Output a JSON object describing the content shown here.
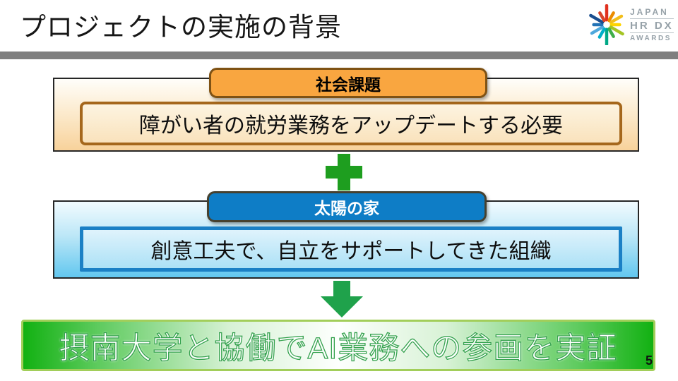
{
  "slide": {
    "title": "プロジェクトの実施の背景",
    "page_number": "5",
    "divider_color": "#7F7F7F"
  },
  "logo": {
    "line1": "JAPAN",
    "line2": "HR DX",
    "line3": "AWARDS",
    "text_color": "#97A2A9",
    "ray_colors": [
      "#E0301E",
      "#EB8C00",
      "#F2BE1A",
      "#FFD400",
      "#A4C424",
      "#3FAE49",
      "#00A886",
      "#00AFC8",
      "#4FA8DC",
      "#2272B5",
      "#1B4E8E",
      "#D9452B"
    ]
  },
  "diagram": {
    "social_issue": {
      "label": "社会課題",
      "text": "障がい者の就労業務をアップデートする必要",
      "label_fill": "#F9A640",
      "label_border": "#7F5214",
      "inner_border": "#A5671C"
    },
    "plus": {
      "color": "#1E9E1F"
    },
    "taiyo_no_ie": {
      "label": "太陽の家",
      "text": "創意工夫で、自立をサポートしてきた組織",
      "label_fill": "#0E7DC6",
      "label_border": "#46412F",
      "inner_border": "#1B80C5"
    },
    "arrow": {
      "color": "#1FA24B"
    },
    "result": {
      "text": "摂南大学と協働でAI業務への参画を実証",
      "border_color": "#A2CE5A",
      "fill_green": "#12B112",
      "text_stroke": "#35A24E"
    }
  }
}
